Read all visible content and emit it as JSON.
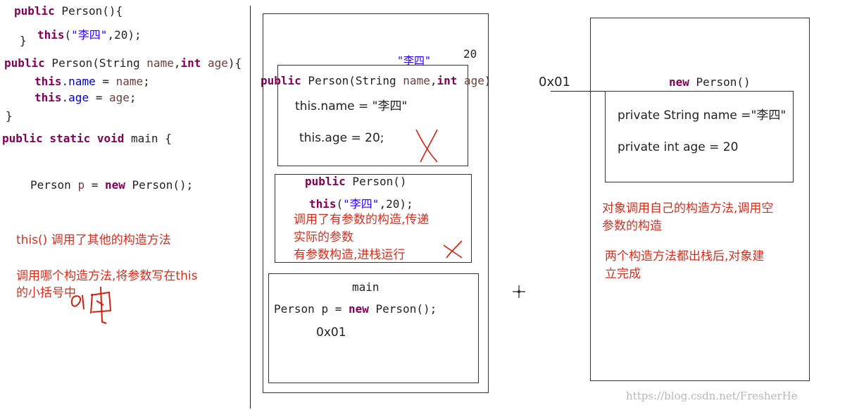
{
  "left_code": {
    "ctor0": [
      "public",
      " Person(){"
    ],
    "ctor0_body": [
      "this",
      "(",
      "\"李四\"",
      ",20);"
    ],
    "ctor0_close": "}",
    "ctor1": [
      "public",
      " Person(String ",
      "name",
      ",",
      "int",
      " ",
      "age",
      "){"
    ],
    "line_name": [
      "this",
      ".",
      "name",
      " = ",
      "name",
      ";"
    ],
    "line_age": [
      "this",
      ".",
      "age",
      " = ",
      "age",
      ";"
    ],
    "ctor1_close": "}",
    "main_sig": [
      "public static void",
      " main {"
    ],
    "main_body": [
      "Person ",
      "p",
      " = ",
      "new",
      " Person();"
    ]
  },
  "left_notes": {
    "note1": "this() 调用了其他的构造方法",
    "note2_line1": "调用哪个构造方法,将参数写在this",
    "note2_line2": "的小括号中"
  },
  "handwriting": "中",
  "stack": {
    "arg_str": "\"李四\"",
    "arg_num": "20",
    "frame1_sig": [
      "public",
      " Person(String ",
      "name",
      ",",
      "int",
      " ",
      "age",
      ")"
    ],
    "frame1_name": "this.name = \"李四\"",
    "frame1_age": "this.age = 20;",
    "frame2_sig": [
      "public",
      " Person()"
    ],
    "frame2_call": [
      "this",
      "(",
      "\"李四\"",
      ",20);"
    ],
    "frame2_note1": "调用了有参数的构造,传递",
    "frame2_note2": "实际的参数",
    "frame2_note3": "有参数构造,进栈运行",
    "main_title": "main",
    "main_code": [
      "Person ",
      "p",
      " = ",
      "new",
      " Person();"
    ],
    "main_addr": "0x01"
  },
  "heap": {
    "addr": "0x01",
    "title": [
      "new",
      " Person()"
    ],
    "field_name": "private String name =\"李四\"",
    "field_age": "private int age = 20",
    "note1_line1": "对象调用自己的构造方法,调用空",
    "note1_line2": "参数的构造",
    "note2_line1": "两个构造方法都出栈后,对象建",
    "note2_line2": "立完成"
  },
  "watermark": "https://blog.csdn.net/FresherHe"
}
